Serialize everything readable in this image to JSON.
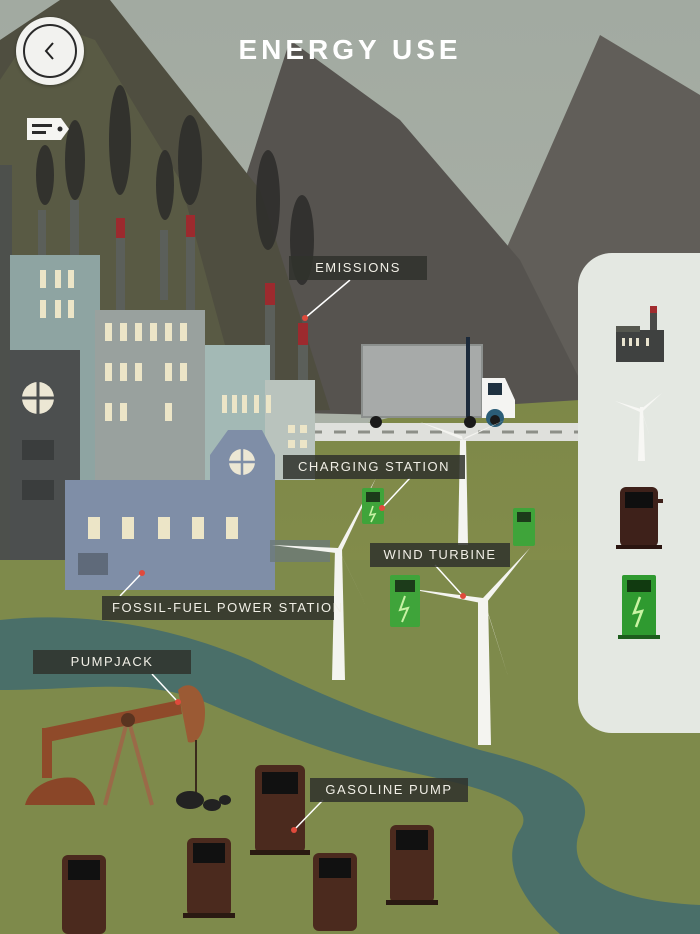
{
  "header": {
    "title": "ENERGY USE",
    "back_icon": "chevron-left-icon",
    "info_icon": "tag-icon"
  },
  "labels": [
    {
      "id": "emissions",
      "text": "EMISSIONS"
    },
    {
      "id": "charging-station",
      "text": "CHARGING STATION"
    },
    {
      "id": "wind-turbine",
      "text": "WIND TURBINE"
    },
    {
      "id": "fossil-fuel-power-station",
      "text": "FOSSIL-FUEL POWER STATION"
    },
    {
      "id": "pumpjack",
      "text": "PUMPJACK"
    },
    {
      "id": "gasoline-pump",
      "text": "GASOLINE PUMP"
    }
  ],
  "panel": {
    "items": [
      {
        "icon": "factory-icon"
      },
      {
        "icon": "wind-turbine-icon"
      },
      {
        "icon": "gasoline-pump-icon"
      },
      {
        "icon": "charging-station-icon"
      }
    ]
  },
  "colors": {
    "sky": "#a3aba2",
    "mountain_dark": "#5d5a55",
    "grass": "#818a4c",
    "river": "#49706a",
    "label_bg": "#30322c",
    "panel_bg": "#e4e8e2",
    "charger_green": "#3fa43a"
  }
}
